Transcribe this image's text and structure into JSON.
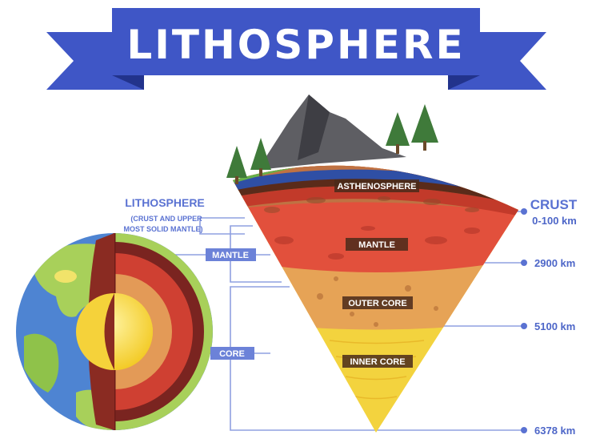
{
  "title": "LITHOSPHERE",
  "layers": {
    "asthenosphere": "ASTHENOSPHERE",
    "mantle": "MANTLE",
    "outer_core": "OUTER CORE",
    "inner_core": "INNER CORE"
  },
  "left_callout": {
    "title": "LITHOSPHERE",
    "line1": "(CRUST AND UPPER",
    "line2": "MOST SOLID MANTLE)"
  },
  "globe_callouts": {
    "mantle": "MANTLE",
    "core": "CORE"
  },
  "right_labels": {
    "crust_title": "CRUST",
    "crust_range": "0-100 km",
    "mantle_depth": "2900 km",
    "outer_core_depth": "5100 km",
    "center_depth": "6378 km"
  },
  "colors": {
    "banner": "#3f56c6",
    "banner_dark": "#2f44a8",
    "label_blue": "#5a72d2",
    "line_blue": "#8fa0e0",
    "crust_green": "#66b04a",
    "ocean_blue": "#4e84d2",
    "mantle_red": "#e2503c",
    "outer_core_orange": "#e6a356",
    "inner_core_yellow": "#f3d33e"
  }
}
